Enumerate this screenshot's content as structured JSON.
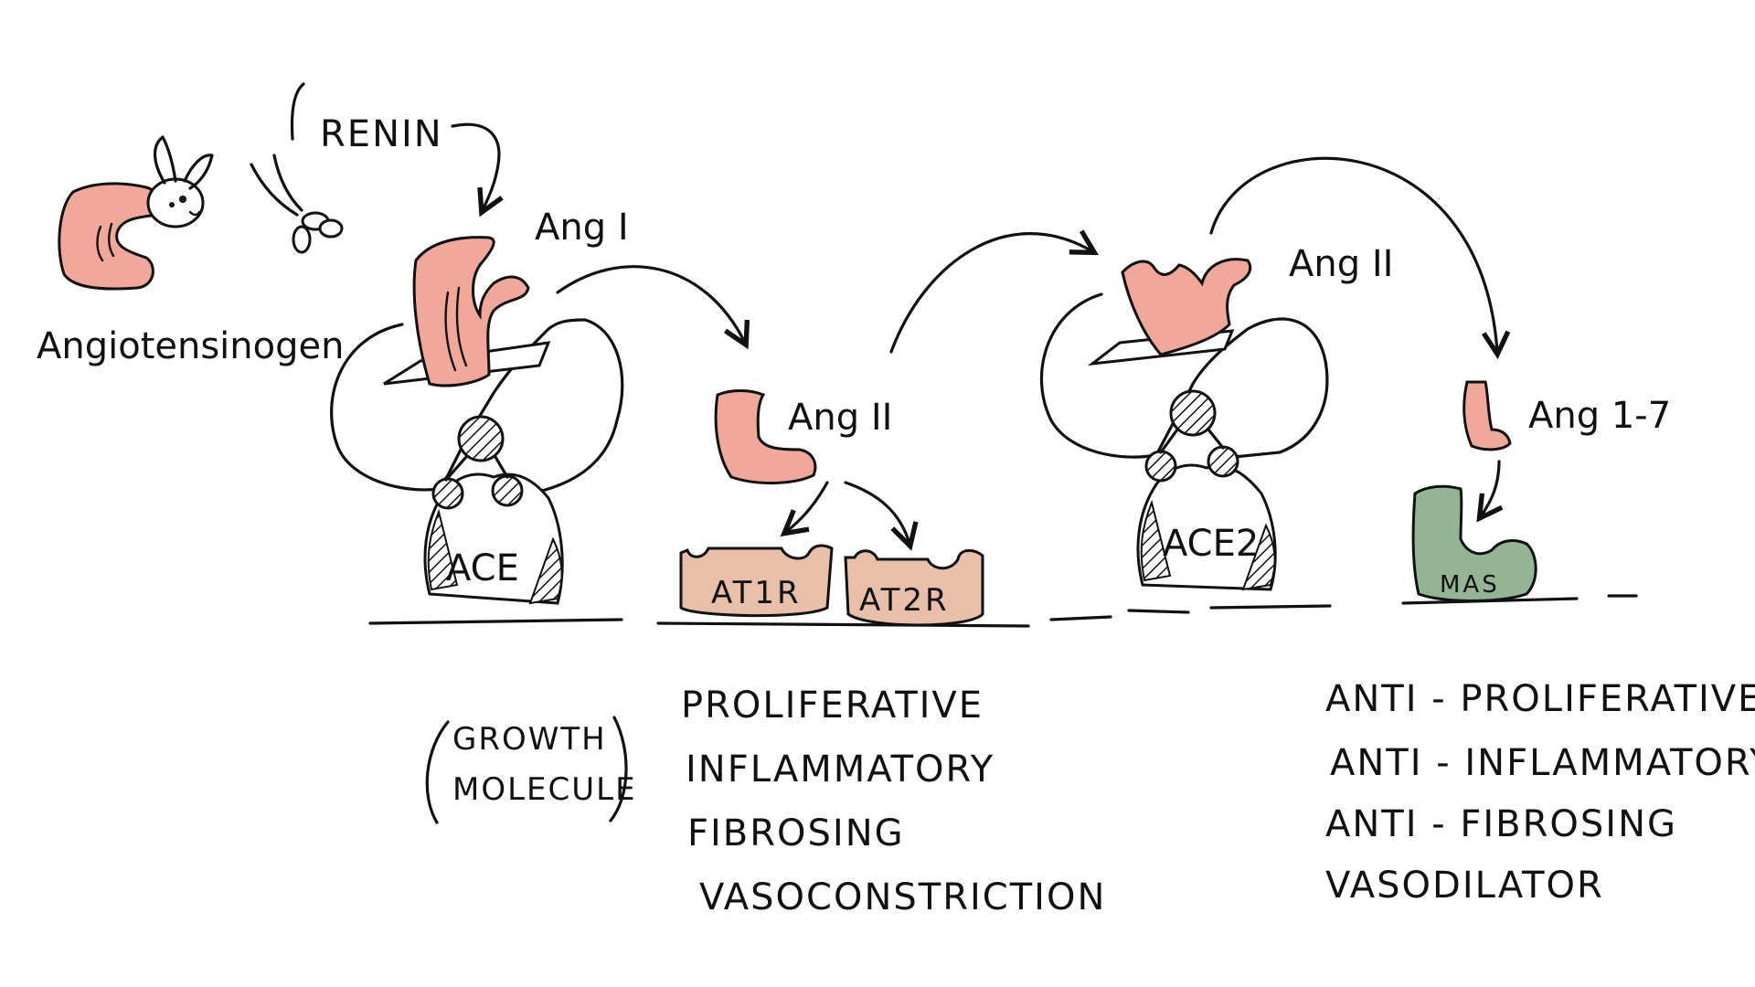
{
  "labels": {
    "renin": "RENIN",
    "angiotensinogen": "Angiotensinogen",
    "ang1": "Ang I",
    "ang2_a": "Ang II",
    "ang2_b": "Ang II",
    "ang17": "Ang 1-7",
    "ace": "ACE",
    "ace2": "ACE2",
    "at1r": "AT1R",
    "at2r": "AT2R",
    "mas": "MAS"
  },
  "growth_note": [
    "GROWTH",
    "MOLECULE"
  ],
  "effects_left": [
    "PROLIFERATIVE",
    "INFLAMMATORY",
    "FIBROSING",
    "VASOCONSTRICTION"
  ],
  "effects_right": [
    "ANTI - PROLIFERATIVE",
    "ANTI - INFLAMMATORY",
    "ANTI - FIBROSING",
    "VASODILATOR"
  ],
  "colors": {
    "peptide": "#f0a89a",
    "receptor": "#e8bfa9",
    "mas": "#94b594",
    "ink": "#111111"
  }
}
